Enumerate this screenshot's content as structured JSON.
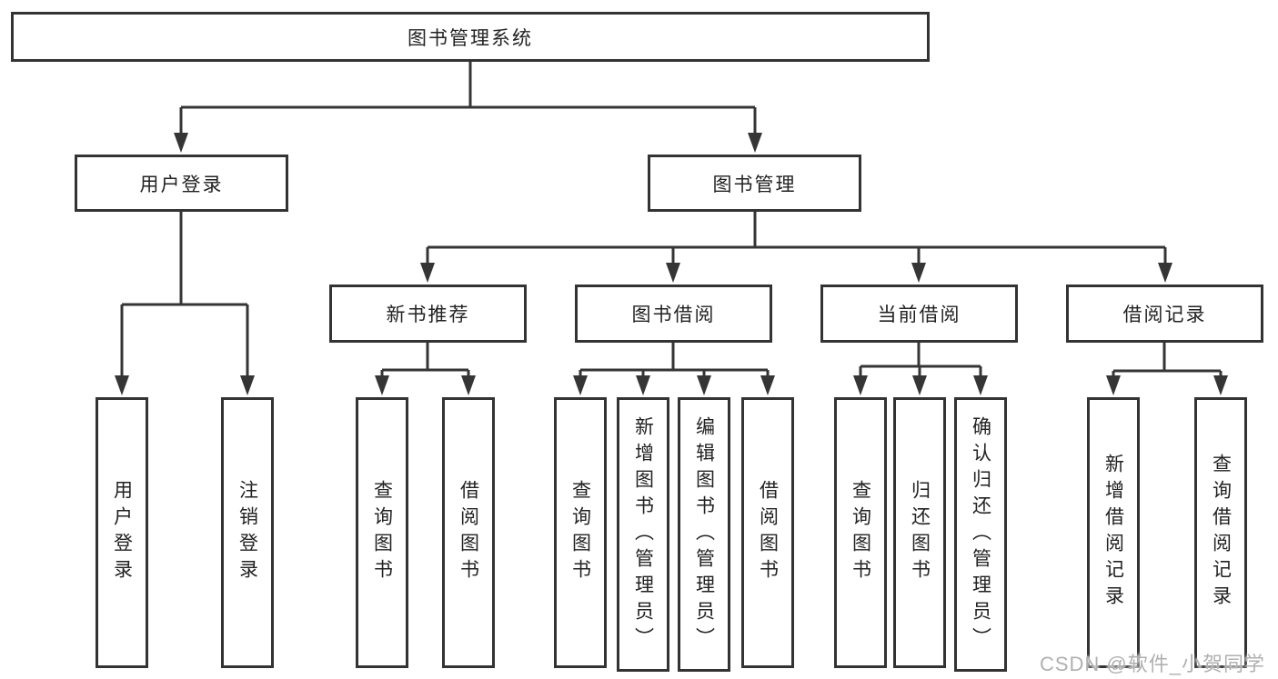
{
  "colors": {
    "background": "#ffffff",
    "line": "#353535",
    "border": "#333333",
    "text": "#222222",
    "watermark": "#b0b0b0"
  },
  "diagram": {
    "type": "hierarchy-tree",
    "root": {
      "label": "图书管理系统"
    },
    "branches": [
      {
        "label": "用户登录",
        "children": [
          "用户登录",
          "注销登录"
        ]
      },
      {
        "label": "图书管理",
        "sections": [
          {
            "label": "新书推荐",
            "children": [
              "查询图书",
              "借阅图书"
            ]
          },
          {
            "label": "图书借阅",
            "children": [
              "查询图书",
              "新增图书（管理员）",
              "编辑图书（管理员）",
              "借阅图书"
            ]
          },
          {
            "label": "当前借阅",
            "children": [
              "查询图书",
              "归还图书",
              "确认归还（管理员）"
            ]
          },
          {
            "label": "借阅记录",
            "children": [
              "新增借阅记录",
              "查询借阅记录"
            ]
          }
        ]
      }
    ],
    "watermark": "CSDN @软件_小贺同学"
  }
}
